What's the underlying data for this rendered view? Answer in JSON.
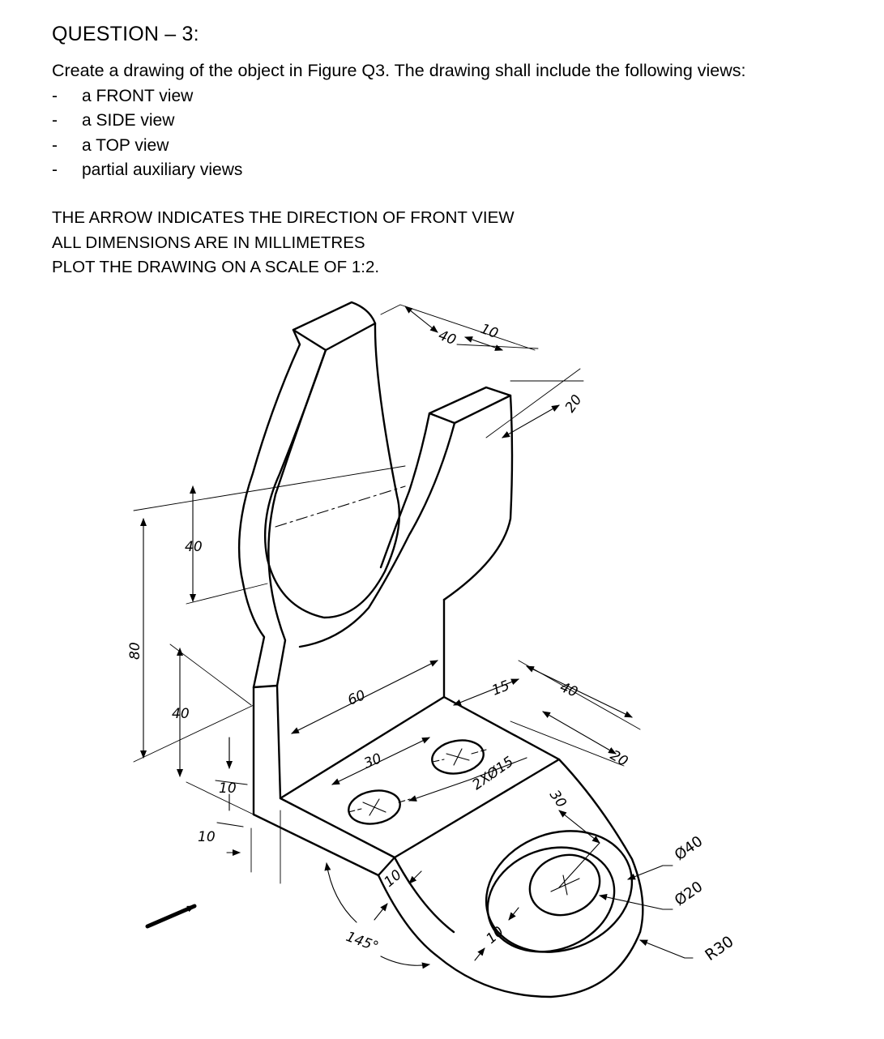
{
  "question": {
    "title": "QUESTION – 3:"
  },
  "instructions": {
    "intro": "Create a drawing of the object in Figure Q3. The drawing shall include the following views:",
    "views": [
      {
        "bullet": "-",
        "label": "a FRONT view"
      },
      {
        "bullet": "-",
        "label": "a SIDE view"
      },
      {
        "bullet": "-",
        "label": "a TOP view"
      },
      {
        "bullet": "-",
        "label": "partial auxiliary views"
      }
    ],
    "notes": [
      "THE ARROW INDICATES THE DIRECTION OF FRONT VIEW",
      "ALL DIMENSIONS ARE IN MILLIMETRES",
      "PLOT THE DRAWING ON A SCALE OF 1:2."
    ]
  },
  "figure": {
    "dimensions": {
      "d40_top": "40",
      "d10_top": "10",
      "d20_top": "20",
      "d40_left": "40",
      "d80": "80",
      "d40_left_lower": "40",
      "d10_a": "10",
      "d10_b": "10",
      "d60": "60",
      "d15": "15",
      "d40_right": "40",
      "d30": "30",
      "d2x15": "2XØ15",
      "d20_right": "20",
      "d30_lug": "30",
      "d10_c": "10",
      "d10_d": "10",
      "angle": "145°",
      "dia40": "Ø40",
      "dia20": "Ø20",
      "r30": "R30"
    }
  }
}
